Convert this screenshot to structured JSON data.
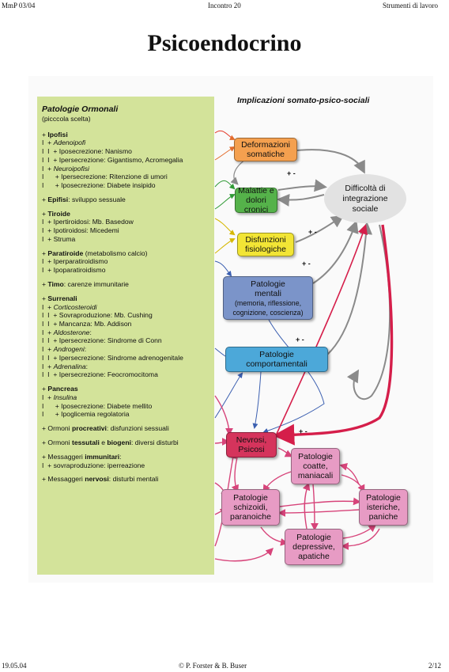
{
  "header": {
    "left": "MmP 03/04",
    "center": "Incontro 20",
    "right": "Strumenti di lavoro"
  },
  "footer": {
    "left": "19.05.04",
    "center": "© P. Forster & B. Buser",
    "right": "2/12"
  },
  "title": "Psicoendocrino",
  "left_panel": {
    "title": "Patologie Ormonali",
    "subtitle": "(picccola scelta)",
    "lines": [
      {
        "html": "+ <b>Ipofisi</b>"
      },
      {
        "html": "I&nbsp; + <i>Adenoipofi</i>"
      },
      {
        "html": "I&nbsp; I&nbsp; + Iposecrezione: Nanismo"
      },
      {
        "html": "I&nbsp; I&nbsp; + Ipersecrezione: Gigantismo, Acromegalia"
      },
      {
        "html": "I&nbsp; + <i>Neuroipofisi</i>"
      },
      {
        "html": "I&nbsp; &nbsp; &nbsp; + Ipersecrezione: Ritenzione di umori"
      },
      {
        "html": "I&nbsp; &nbsp; &nbsp; + Iposecrezione: Diabete insipido"
      },
      {
        "gap": true
      },
      {
        "html": "+ <b>Epifisi</b>: sviluppo sessuale"
      },
      {
        "gap": true
      },
      {
        "html": "+ <b>Tiroide</b>"
      },
      {
        "html": "I&nbsp; + Ipertiroidosi: Mb. Basedow"
      },
      {
        "html": "I&nbsp; + Ipotiroidosi: Micedemi"
      },
      {
        "html": "I&nbsp; + Struma"
      },
      {
        "gap": true
      },
      {
        "html": "+ <b>Paratiroide</b> (metabolismo calcio)"
      },
      {
        "html": "I&nbsp; + Iperparatiroidismo"
      },
      {
        "html": "I&nbsp; + Ipoparatiroidismo"
      },
      {
        "gap": true
      },
      {
        "html": "+ <b>Timo</b>: carenze immunitarie"
      },
      {
        "gap": true
      },
      {
        "html": "+ <b>Surrenali</b>"
      },
      {
        "html": "I&nbsp; + <i>Corticosteroidi</i>"
      },
      {
        "html": "I&nbsp; I&nbsp; + Sovraproduzione: Mb. Cushing"
      },
      {
        "html": "I&nbsp; I&nbsp; + Mancanza: Mb. Addison"
      },
      {
        "html": "I&nbsp; + <i>Aldosterone</i>:"
      },
      {
        "html": "I&nbsp; I&nbsp; + Ipersecrezione: Sindrome di Conn"
      },
      {
        "html": "I&nbsp; + <i>Androgeni</i>:"
      },
      {
        "html": "I&nbsp; I&nbsp; + Ipersecrezione: Sindrome adrenogenitale"
      },
      {
        "html": "I&nbsp; + <i>Adrenalina</i>:"
      },
      {
        "html": "I&nbsp; I&nbsp; + Ipersecrezione: Feocromocitoma"
      },
      {
        "gap": true
      },
      {
        "html": "+ <b>Pancreas</b>"
      },
      {
        "html": "I&nbsp; + <i>Insulina</i>"
      },
      {
        "html": "I&nbsp; &nbsp; &nbsp; + Iposecrezione: Diabete mellito"
      },
      {
        "html": "I&nbsp; &nbsp; &nbsp; + Ipoglicemia regolatoria"
      },
      {
        "gap": true
      },
      {
        "html": "+ Ormoni <b>procreativi</b>: disfunzioni sessuali"
      },
      {
        "gap": true
      },
      {
        "html": "+ Ormoni <b>tessutali</b> e <b>biogeni</b>: diversi disturbi"
      },
      {
        "gap": true
      },
      {
        "html": "+ Messaggeri <b>immunitari</b>:"
      },
      {
        "html": "I&nbsp; + sovraproduzione: iperreazione"
      },
      {
        "gap": true
      },
      {
        "html": "+ Messaggeri <b>nervosi</b>: disturbi mentali"
      }
    ]
  },
  "diagram": {
    "heading": "Implicazioni somato-psico-sociali",
    "difficulty": [
      "Difficoltà di",
      "integrazione",
      "sociale"
    ],
    "nodes": {
      "deformazioni": {
        "lines": [
          "Deformazioni",
          "somatiche"
        ],
        "color": "#f4a04f"
      },
      "malattie": {
        "lines": [
          "Malattie e",
          "dolori cronici"
        ],
        "color": "#55b24a"
      },
      "disfunzioni": {
        "lines": [
          "Disfunzioni",
          "fisiologiche"
        ],
        "color": "#f2e535"
      },
      "mentali": {
        "lines": [
          "Patologie",
          "mentali",
          "(memoria, riflessione,",
          "cognizione, coscienza)"
        ],
        "color": "#7b94c9"
      },
      "comportamentali": {
        "lines": [
          "Patologie",
          "comportamentali"
        ],
        "color": "#4ca8d9"
      },
      "nevrosi": {
        "lines": [
          "Nevrosi,",
          "Psicosi"
        ],
        "color": "#d5345c"
      },
      "coatte": {
        "lines": [
          "Patologie",
          "coatte,",
          "maniacali"
        ],
        "color": "#e79bc4"
      },
      "schizoidi": {
        "lines": [
          "Patologie",
          "schizoidi,",
          "paranoiche"
        ],
        "color": "#e79bc4"
      },
      "isteriche": {
        "lines": [
          "Patologie",
          "isteriche,",
          "paniche"
        ],
        "color": "#e79bc4"
      },
      "depressive": {
        "lines": [
          "Patologie",
          "depressive,",
          "apatiche"
        ],
        "color": "#e79bc4"
      }
    },
    "plus_minus": "+ -"
  }
}
